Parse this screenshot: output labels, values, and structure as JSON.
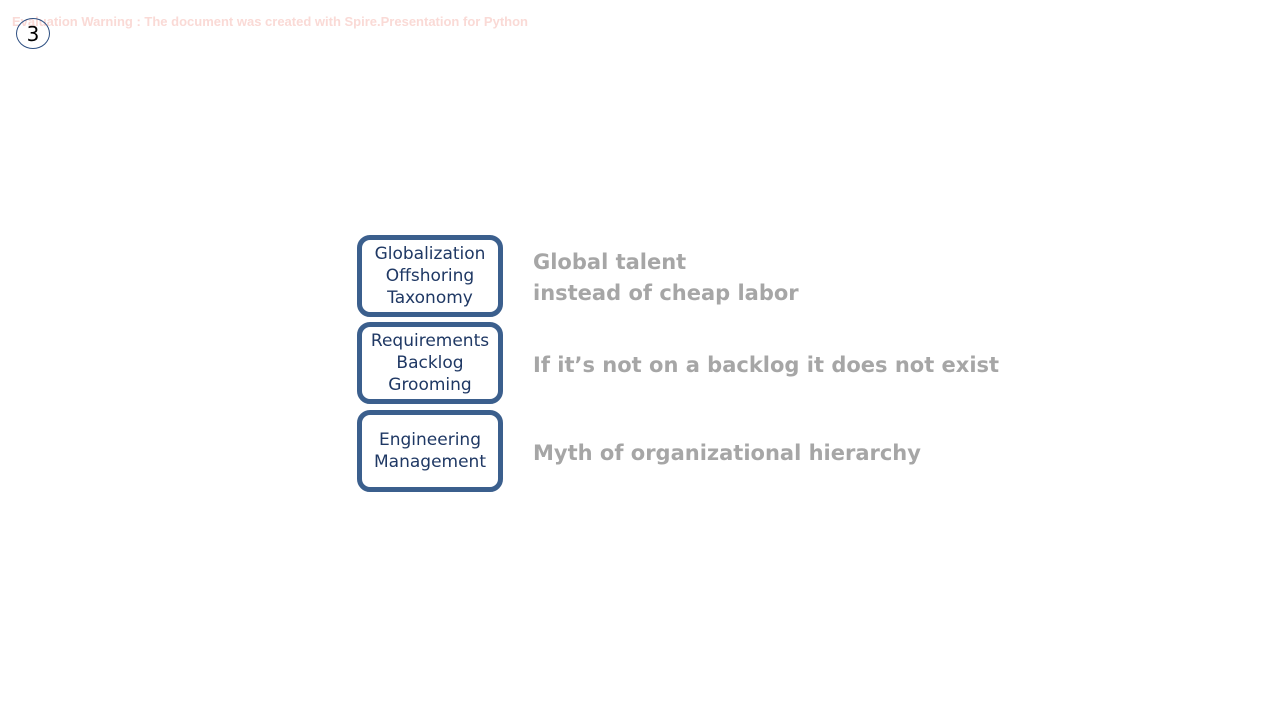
{
  "watermark": "Evaluation Warning : The document was created with Spire.Presentation for Python",
  "page_number": "3",
  "rows": [
    {
      "box_lines": [
        "Globalization",
        "Offshoring",
        "Taxonomy"
      ],
      "description_lines": [
        "Global talent",
        "instead of cheap labor"
      ]
    },
    {
      "box_lines": [
        "Requirements",
        "Backlog",
        "Grooming"
      ],
      "description_lines": [
        "If it’s not on a backlog it does not exist"
      ]
    },
    {
      "box_lines": [
        "Engineering",
        "Management"
      ],
      "description_lines": [
        "Myth of organizational hierarchy"
      ]
    }
  ],
  "colors": {
    "box_border": "#3b5f8d",
    "box_text": "#1f3864",
    "description_text": "#a6a6a6",
    "watermark_text": "#fadad6"
  }
}
